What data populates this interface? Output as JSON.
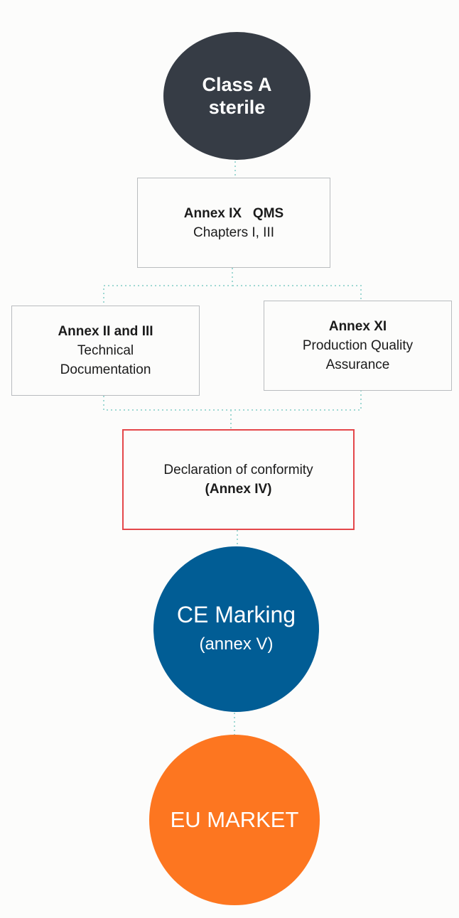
{
  "nodes": {
    "class_a": {
      "line1": "Class A",
      "line2": "sterile"
    },
    "qms": {
      "title": "Annex IX   QMS",
      "subtitle": "Chapters I, III"
    },
    "technical": {
      "title": "Annex II and III",
      "line1": "Technical",
      "line2": "Documentation"
    },
    "production": {
      "title": "Annex XI",
      "line1": "Production Quality",
      "line2": "Assurance"
    },
    "declaration": {
      "line1": "Declaration of conformity",
      "line2": "(Annex IV)"
    },
    "ce_marking": {
      "line1": "CE Marking",
      "line2": "(annex V)"
    },
    "eu_market": {
      "label": "EU MARKET"
    }
  },
  "colors": {
    "class_circle": "#363c45",
    "ce_circle": "#015d95",
    "market_circle": "#fd7620",
    "declaration_border": "#e4474a",
    "box_border": "#b9bcbf",
    "connector": "#9fd8d3"
  }
}
